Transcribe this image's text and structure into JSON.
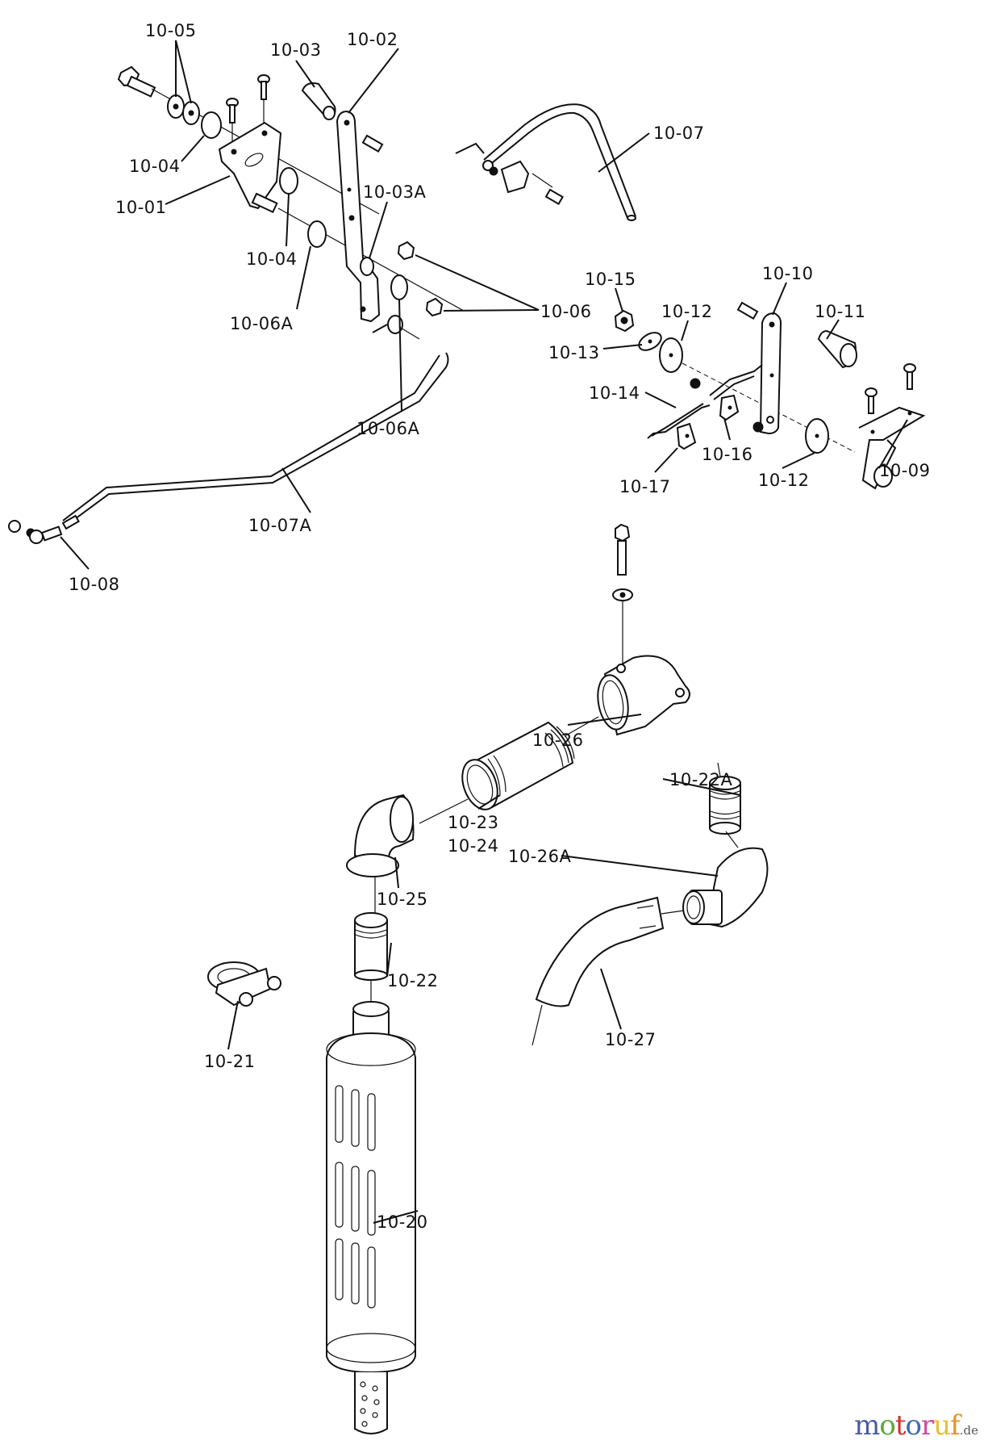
{
  "diagram": {
    "title": "Exploded parts diagram – throttle/choke controls and exhaust system",
    "callouts": [
      {
        "id": "c1",
        "label": "10-05",
        "part": "washer-pair"
      },
      {
        "id": "c2",
        "label": "10-03",
        "part": "knob"
      },
      {
        "id": "c3",
        "label": "10-02",
        "part": "control-lever"
      },
      {
        "id": "c4",
        "label": "10-07",
        "part": "control-rod-upper"
      },
      {
        "id": "c5",
        "label": "10-04",
        "part": "washer"
      },
      {
        "id": "c6",
        "label": "10-01",
        "part": "mounting-bracket"
      },
      {
        "id": "c7",
        "label": "10-03A",
        "part": "spacer"
      },
      {
        "id": "c8",
        "label": "10-04",
        "part": "washer"
      },
      {
        "id": "c9",
        "label": "10-06A",
        "part": "washer"
      },
      {
        "id": "c10",
        "label": "10-06",
        "part": "nut-pair"
      },
      {
        "id": "c11",
        "label": "10-06A",
        "part": "washer"
      },
      {
        "id": "c12",
        "label": "10-07A",
        "part": "control-rod-lower"
      },
      {
        "id": "c13",
        "label": "10-08",
        "part": "swivel-connector"
      },
      {
        "id": "c14",
        "label": "10-15",
        "part": "lock-nut"
      },
      {
        "id": "c15",
        "label": "10-12",
        "part": "friction-disc"
      },
      {
        "id": "c16",
        "label": "10-10",
        "part": "choke-lever"
      },
      {
        "id": "c17",
        "label": "10-11",
        "part": "knob"
      },
      {
        "id": "c18",
        "label": "10-13",
        "part": "washer"
      },
      {
        "id": "c19",
        "label": "10-14",
        "part": "choke-rod"
      },
      {
        "id": "c20",
        "label": "10-16",
        "part": "clip"
      },
      {
        "id": "c21",
        "label": "10-17",
        "part": "clip"
      },
      {
        "id": "c22",
        "label": "10-12",
        "part": "friction-disc"
      },
      {
        "id": "c23",
        "label": "10-09",
        "part": "bracket"
      },
      {
        "id": "c24",
        "label": "10-26",
        "part": "exhaust-manifold-elbow"
      },
      {
        "id": "c25",
        "label": "10-22A",
        "part": "nipple"
      },
      {
        "id": "c26",
        "label": "10-23",
        "part": "pipe-nipple"
      },
      {
        "id": "c27",
        "label": "10-24",
        "part": "pipe-nipple-alt"
      },
      {
        "id": "c28",
        "label": "10-26A",
        "part": "street-elbow"
      },
      {
        "id": "c29",
        "label": "10-25",
        "part": "pipe-elbow"
      },
      {
        "id": "c30",
        "label": "10-22",
        "part": "nipple"
      },
      {
        "id": "c31",
        "label": "10-21",
        "part": "muffler-clamp"
      },
      {
        "id": "c32",
        "label": "10-27",
        "part": "exhaust-pipe-bend"
      },
      {
        "id": "c33",
        "label": "10-20",
        "part": "muffler"
      }
    ]
  },
  "watermark": {
    "letters": [
      {
        "ch": "m",
        "color": "#4a5aa8"
      },
      {
        "ch": "o",
        "color": "#5aa83a"
      },
      {
        "ch": "t",
        "color": "#d03030"
      },
      {
        "ch": "o",
        "color": "#3a6ab8"
      },
      {
        "ch": "r",
        "color": "#d04a9a"
      },
      {
        "ch": "u",
        "color": "#e8c030"
      },
      {
        "ch": "f",
        "color": "#e89020"
      }
    ],
    "tld": ".de"
  }
}
